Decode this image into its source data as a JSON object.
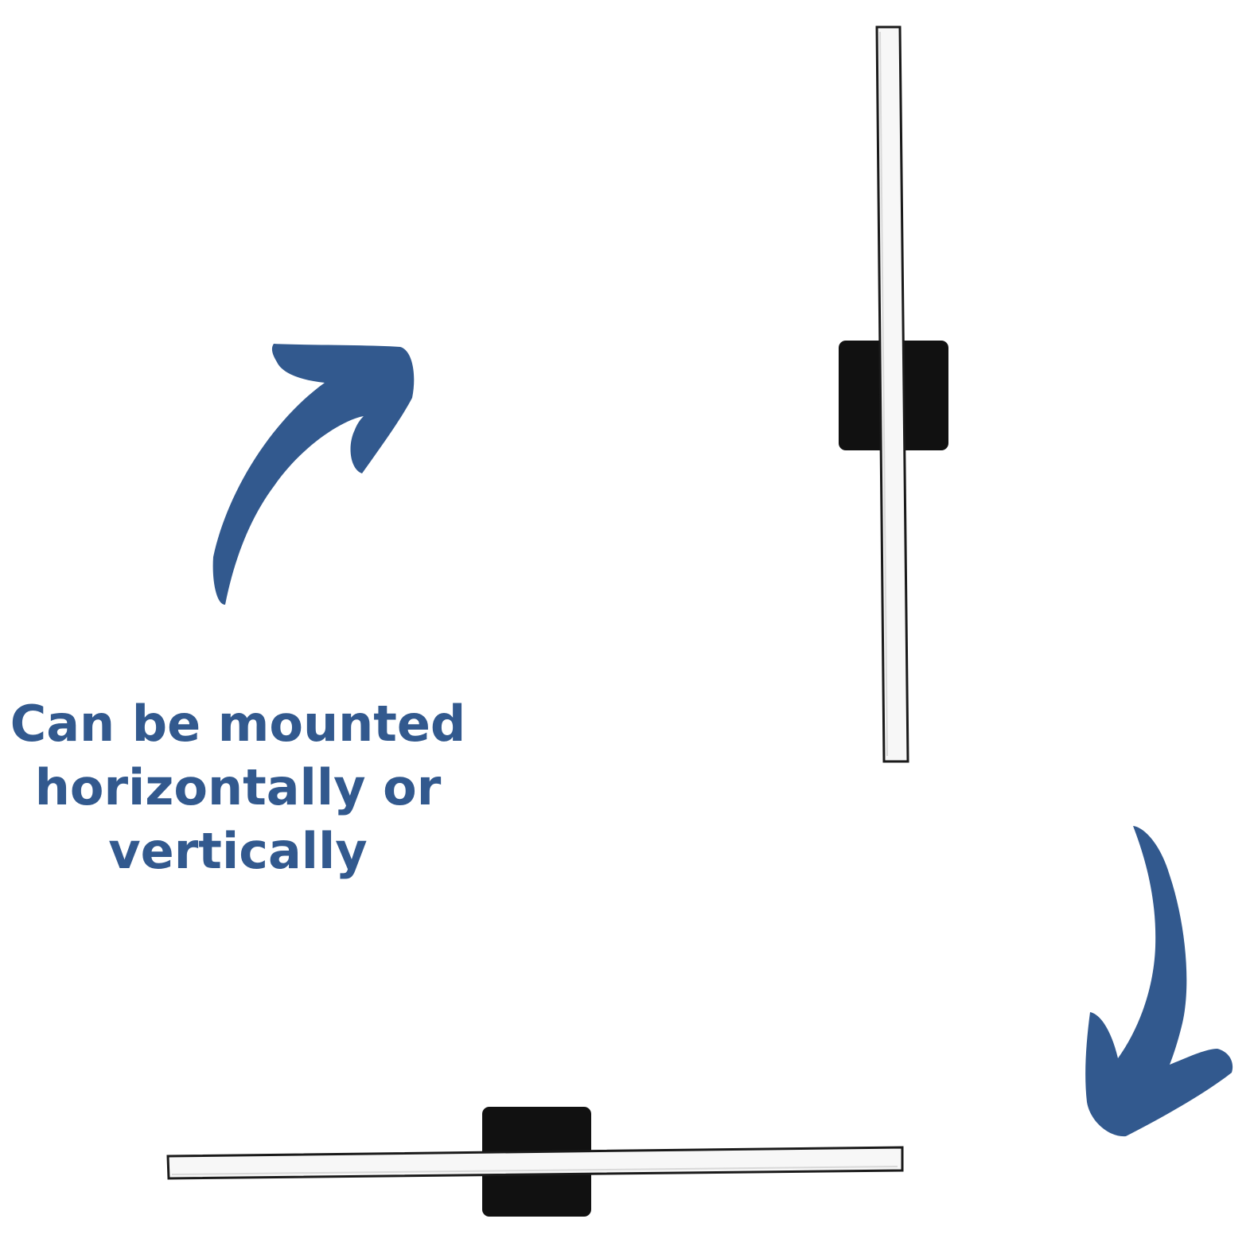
{
  "caption": {
    "line1": "Can be mounted",
    "line2": "horizontally or",
    "line3": "vertically"
  },
  "colors": {
    "text": "#32598e",
    "arrow": "#32598e",
    "fixture_base": "#111111",
    "light_bar": "#f7f7f7",
    "light_bar_edge": "#1a1a1a"
  },
  "icons": {
    "upper_arrow": "curved-arrow-up-right-icon",
    "lower_arrow": "curved-arrow-down-icon"
  }
}
